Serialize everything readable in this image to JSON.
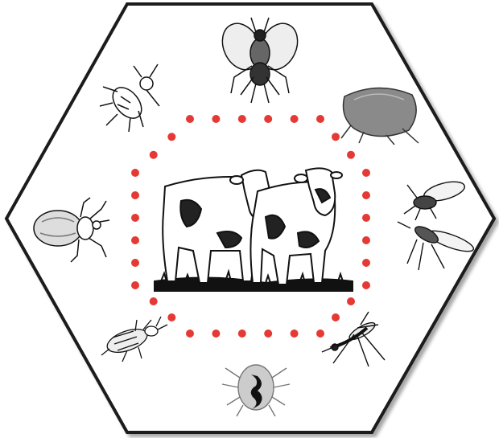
{
  "figure": {
    "outline_color": "#1a1a1a",
    "dot_color": "#e53935",
    "center": {
      "name": "cattle-herd",
      "icon": "two-cows-icon"
    },
    "pests": [
      {
        "name": "house-fly",
        "icon": "fly-icon"
      },
      {
        "name": "flea",
        "icon": "flea-icon"
      },
      {
        "name": "stable-flies",
        "icon": "two-flies-icon"
      },
      {
        "name": "mosquito",
        "icon": "mosquito-icon"
      },
      {
        "name": "mite",
        "icon": "mite-icon"
      },
      {
        "name": "louse",
        "icon": "louse-icon"
      },
      {
        "name": "tick",
        "icon": "tick-icon"
      },
      {
        "name": "biting-louse",
        "icon": "biting-louse-icon"
      }
    ]
  }
}
